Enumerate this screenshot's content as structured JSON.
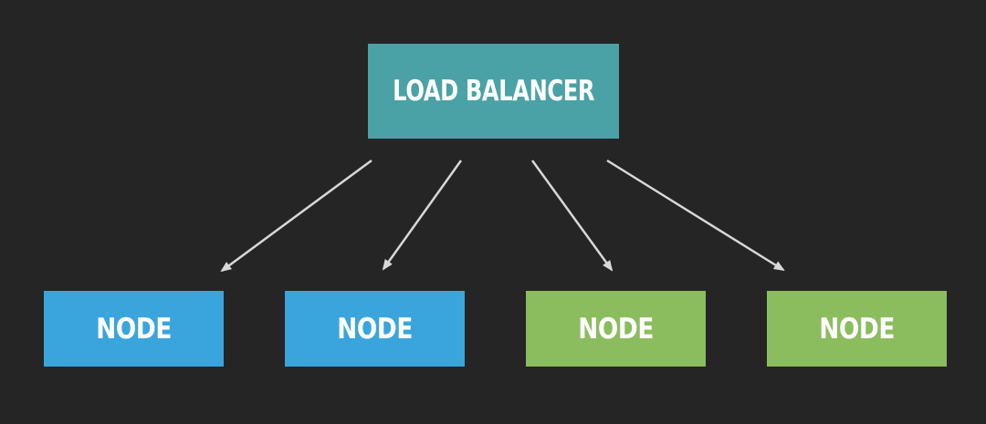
{
  "diagram": {
    "balancer": {
      "label": "LOAD BALANCER",
      "color": "#4aa2a7"
    },
    "nodes": [
      {
        "label": "NODE",
        "color": "#3aa5dc"
      },
      {
        "label": "NODE",
        "color": "#3aa5dc"
      },
      {
        "label": "NODE",
        "color": "#8bbd5e"
      },
      {
        "label": "NODE",
        "color": "#8bbd5e"
      }
    ],
    "edges": [
      {
        "from": "balancer",
        "to": "node-1"
      },
      {
        "from": "balancer",
        "to": "node-2"
      },
      {
        "from": "balancer",
        "to": "node-3"
      },
      {
        "from": "balancer",
        "to": "node-4"
      }
    ],
    "background_color": "#252525",
    "arrow_color": "#d8d8d8"
  }
}
